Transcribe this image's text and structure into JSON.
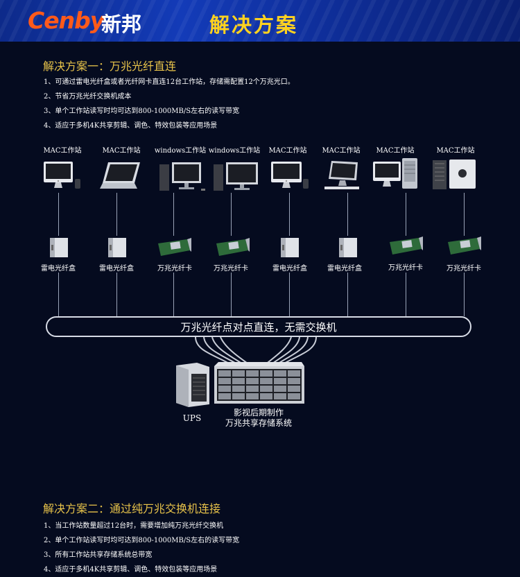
{
  "header": {
    "brand_en": "Cenby",
    "brand_cn": "新邦",
    "title": "解决方案"
  },
  "solution1": {
    "title": "解决方案一：万兆光纤直连",
    "points": [
      "1、可通过雷电光纤盒或者光纤网卡直连12台工作站，存储需配置12个万兆光口。",
      "2、节省万兆光纤交换机成本",
      "3、单个工作站读写时均可达到800-1000MB/S左右的读写带宽",
      "4、适应于多机4K共享剪辑、调色、特效包装等应用场景"
    ],
    "workstations": [
      "MAC工作站",
      "MAC工作站",
      "windows工作站",
      "windows工作站",
      "MAC工作站",
      "MAC工作站",
      "MAC工作站",
      "MAC工作站"
    ],
    "devices": [
      "雷电光纤盒",
      "雷电光纤盒",
      "万兆光纤卡",
      "万兆光纤卡",
      "雷电光纤盒",
      "雷电光纤盒",
      "万兆光纤卡",
      "万兆光纤卡"
    ],
    "bus_label": "万兆光纤点对点直连，无需交换机",
    "ups_label": "UPS",
    "storage_label_1": "影视后期制作",
    "storage_label_2": "万兆共享存储系统"
  },
  "solution2": {
    "title": "解决方案二：通过纯万兆交换机连接",
    "points": [
      "1、当工作站数量超过12台时，需要增加纯万兆光纤交换机",
      "2、单个工作站读写时均可达到800-1000MB/S左右的读写带宽",
      "3、所有工作站共享存储系统总带宽",
      "4、适应于多机4K共享剪辑、调色、特效包装等应用场景"
    ]
  }
}
